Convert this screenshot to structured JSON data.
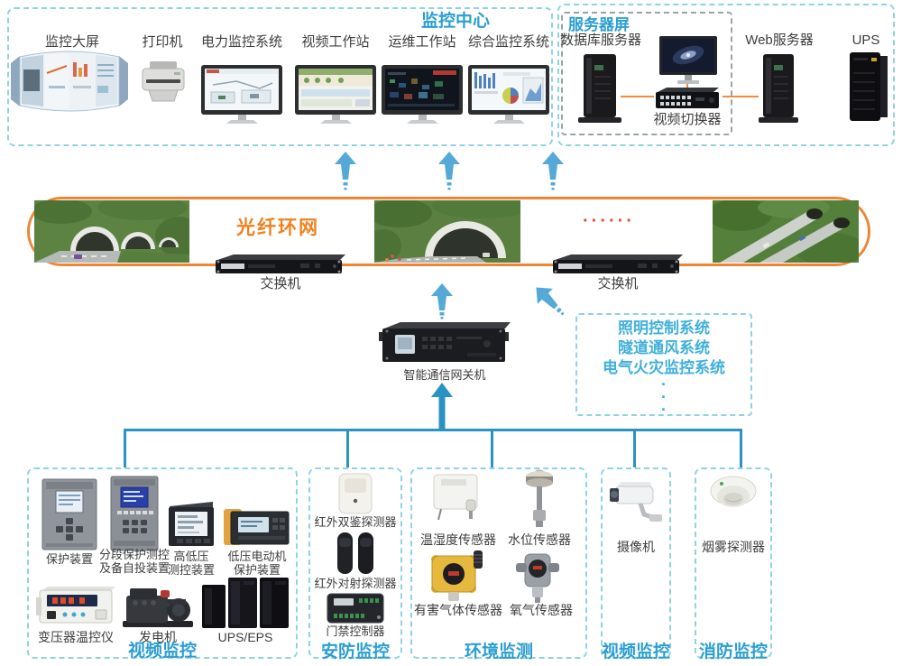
{
  "colors": {
    "accent_blue": "#2b9ed2",
    "dashed_border_cyan": "#8ed2e8",
    "orange": "#ef8535",
    "bus_blue": "#2a93c4",
    "arrow_blue": "#54a9d6",
    "label_dark": "#3d3d3d"
  },
  "monitoring_center": {
    "title": "监控中心",
    "items": [
      {
        "label": "监控大屏",
        "icon": "video-wall"
      },
      {
        "label": "打印机",
        "icon": "printer"
      },
      {
        "label": "电力监控系统",
        "icon": "monitor-power"
      },
      {
        "label": "视频工作站",
        "icon": "monitor-video"
      },
      {
        "label": "运维工作站",
        "icon": "monitor-ops"
      },
      {
        "label": "综合监控系统",
        "icon": "monitor-dashboard"
      }
    ]
  },
  "server_area": {
    "title": "服务器屏",
    "database_server_label": "数据库服务器",
    "video_switcher_label": "视频切换器",
    "web_server_label": "Web服务器",
    "ups_label": "UPS"
  },
  "ring": {
    "label": "光纤环网",
    "dots": "······",
    "switch_left_label": "交换机",
    "switch_right_label": "交换机"
  },
  "gateway": {
    "label": "智能通信网关机"
  },
  "subsystems": {
    "lines": [
      "照明控制系统",
      "隧道通风系统",
      "电气火灾监控系统"
    ],
    "dot": "·"
  },
  "groups": {
    "power": {
      "label": "视频监控",
      "devices": {
        "protection": "保护装置",
        "section_protection": "分段保护测控\n及备自投装置",
        "hv_lv": "高低压\n测控装置",
        "lv_motor": "低压电动机\n保护装置",
        "transformer_temp": "变压器温控仪",
        "generator": "发电机",
        "ups_eps": "UPS/EPS"
      }
    },
    "security": {
      "label": "安防监控",
      "devices": {
        "pir": "红外双鉴探测器",
        "beam": "红外对射探测器",
        "access": "门禁控制器"
      }
    },
    "environment": {
      "label": "环境监测",
      "devices": {
        "temp_humidity": "温湿度传感器",
        "water_level": "水位传感器",
        "harmful_gas": "有害气体传感器",
        "oxygen": "氧气传感器"
      }
    },
    "video": {
      "label": "视频监控",
      "devices": {
        "camera": "摄像机"
      }
    },
    "fire": {
      "label": "消防监控",
      "devices": {
        "smoke": "烟雾探测器"
      }
    }
  }
}
